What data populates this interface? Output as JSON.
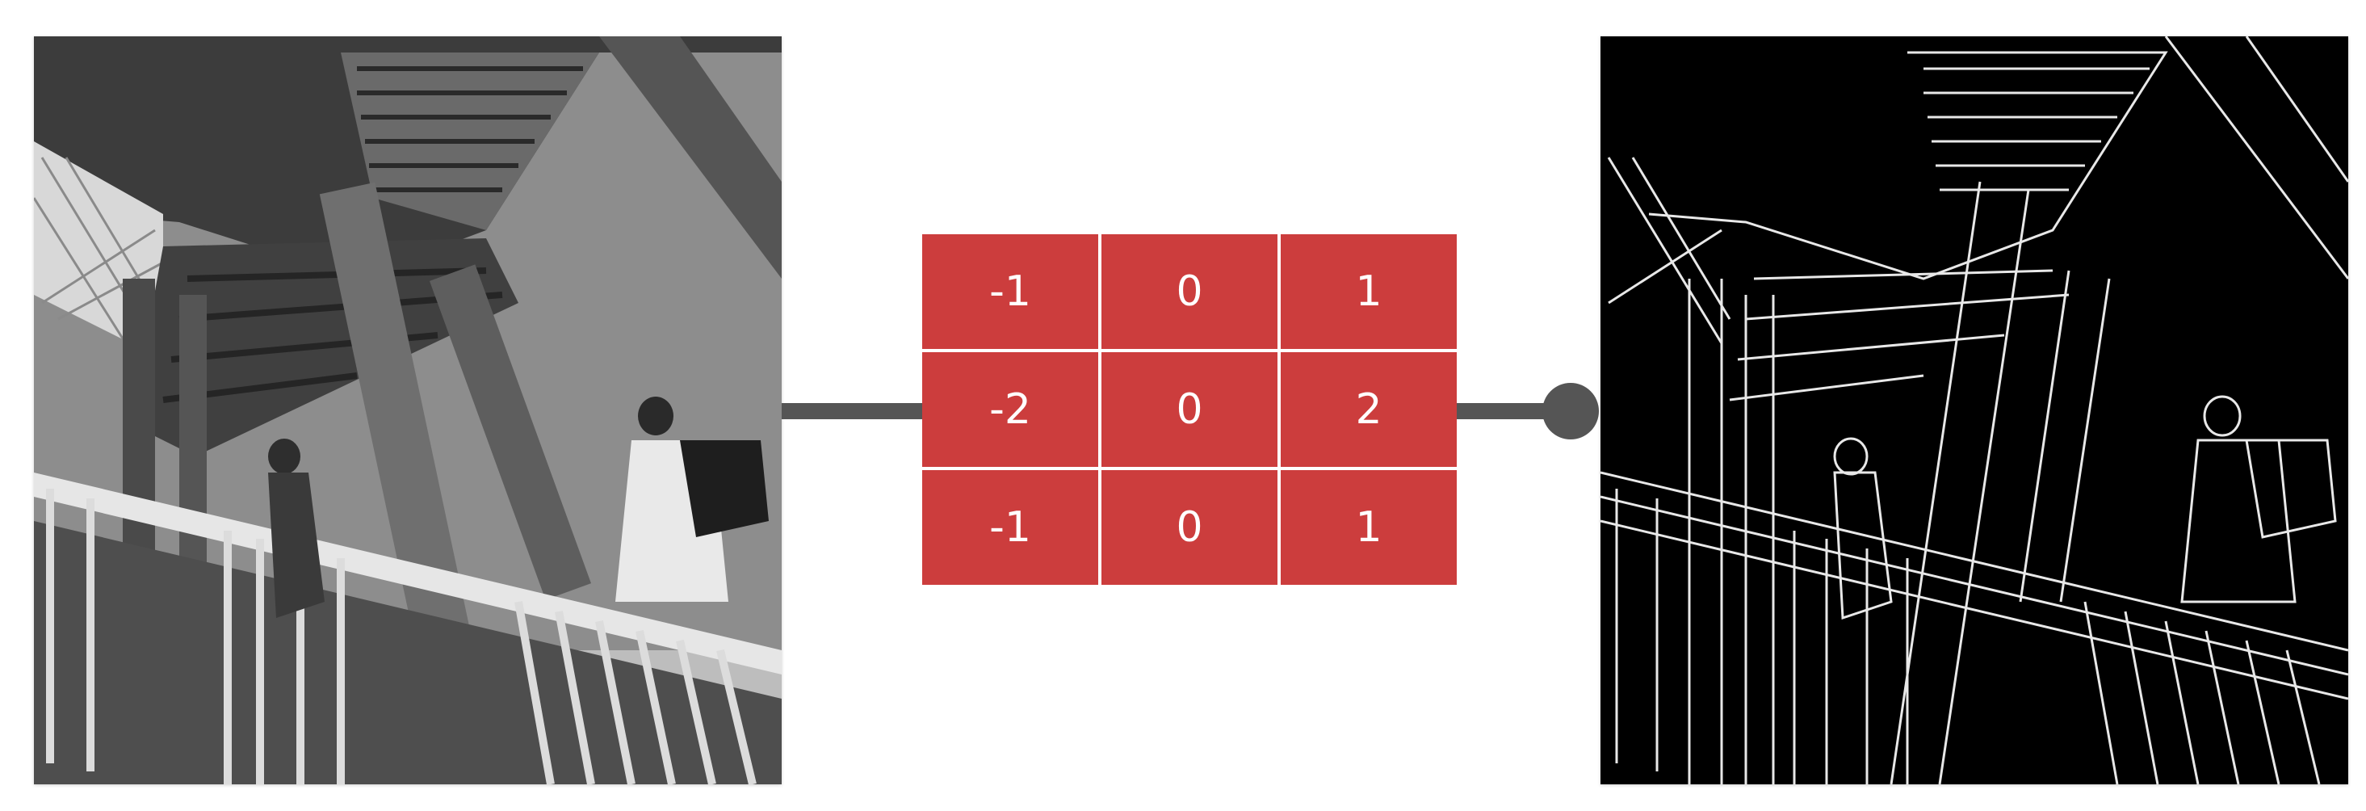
{
  "input_image": {
    "description_name": "grayscale-staircase-photo",
    "tone": "grayscale"
  },
  "kernel": {
    "rows": [
      [
        "-1",
        "0",
        "1"
      ],
      [
        "-2",
        "0",
        "2"
      ],
      [
        "-1",
        "0",
        "1"
      ]
    ],
    "cell_color": "#cc3d3d",
    "text_color": "#ffffff"
  },
  "output_image": {
    "description_name": "edge-detected-staircase",
    "tone": "white-edges-on-black"
  },
  "colors": {
    "connector": "#555555",
    "background": "#ffffff"
  }
}
